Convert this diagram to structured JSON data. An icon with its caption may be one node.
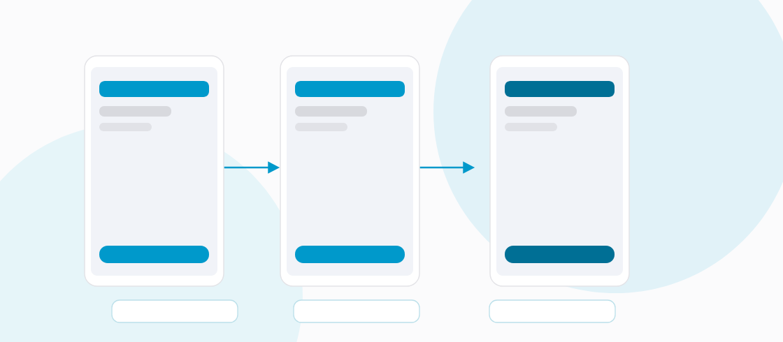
{
  "diagram": {
    "nodes": [
      {
        "text": [],
        "shape": "picture"
      },
      {
        "text": [],
        "shape": "picture"
      },
      {
        "text": [],
        "shape": "picture"
      },
      {
        "text": [],
        "shape": "box"
      },
      {
        "text": [],
        "shape": "box"
      },
      {
        "text": [],
        "shape": "box"
      }
    ],
    "edges": [
      {
        "from": 0,
        "to": 1,
        "arrow": "to"
      },
      {
        "from": 1,
        "to": 2,
        "arrow": "to"
      }
    ]
  }
}
